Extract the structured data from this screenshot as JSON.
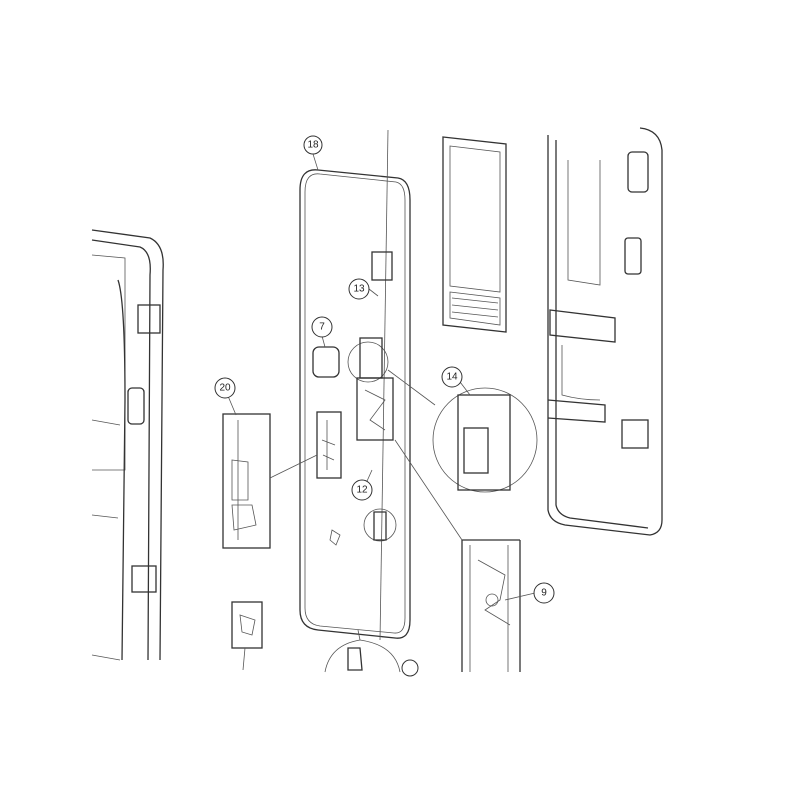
{
  "diagram": {
    "callouts": [
      {
        "id": "18",
        "label": "18"
      },
      {
        "id": "13",
        "label": "13"
      },
      {
        "id": "7",
        "label": "7"
      },
      {
        "id": "14",
        "label": "14"
      },
      {
        "id": "20",
        "label": "20"
      },
      {
        "id": "12",
        "label": "12"
      },
      {
        "id": "9",
        "label": "9"
      }
    ]
  }
}
